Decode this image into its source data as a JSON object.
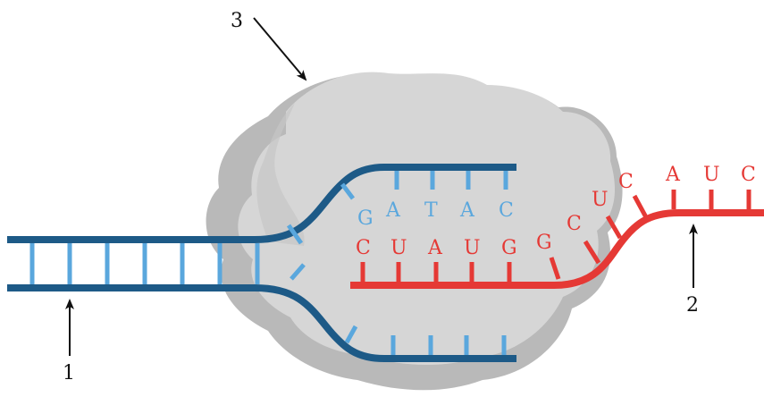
{
  "callouts": {
    "dna": "1",
    "rna": "2",
    "enzyme": "3"
  },
  "template_bases": [
    "C",
    "U",
    "A",
    "U",
    "G"
  ],
  "separated_bases": [
    "G",
    "A",
    "T",
    "A",
    "C"
  ],
  "rna_rising_bases": [
    "G",
    "C",
    "U",
    "C"
  ],
  "rna_top_bases": [
    "A",
    "U",
    "C"
  ],
  "colors": {
    "dna_strand": "#1d5a87",
    "dna_rung": "#5aa7dd",
    "rna": "#e53935",
    "enzyme_light": "#d4d4d4",
    "enzyme_dark": "#b8b8b8"
  }
}
